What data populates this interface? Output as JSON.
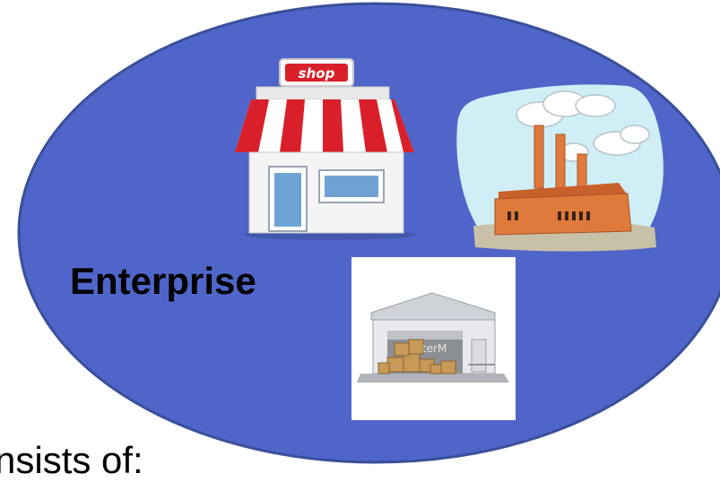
{
  "diagram": {
    "enterprise_label": "Enterprise",
    "bottom_text": "nsists of:",
    "shop_sign": "shop",
    "warehouse_watermark": "senterM",
    "colors": {
      "ellipse_fill": "#4f65c9",
      "ellipse_stroke": "#3a4f9a",
      "awning_red": "#d9202a",
      "factory_orange": "#e07a3c",
      "background": "#ffffff"
    },
    "icons": [
      "shop-icon",
      "factory-icon",
      "warehouse-icon"
    ]
  }
}
